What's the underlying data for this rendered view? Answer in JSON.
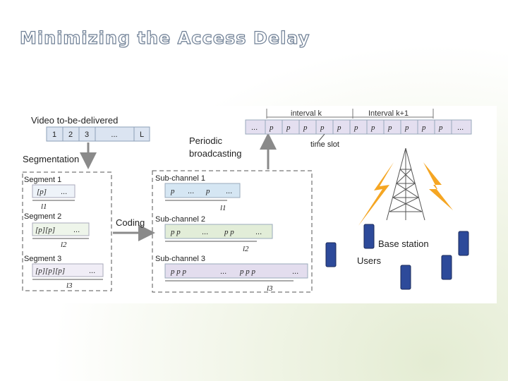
{
  "title": "Minimizing the Access Delay",
  "figure": {
    "video_label": "Video to-be-delivered",
    "video_cells": [
      "1",
      "2",
      "3",
      "...",
      "L"
    ],
    "segmentation": "Segmentation",
    "segments": [
      "Segment 1",
      "Segment 2",
      "Segment 3"
    ],
    "coding": "Coding",
    "subchannels": [
      "Sub-channel 1",
      "Sub-channel 2",
      "Sub-channel 3"
    ],
    "periodic": [
      "Periodic",
      "broadcasting"
    ],
    "interval_k": "interval k",
    "interval_k1": "Interval k+1",
    "time_slot": "time slot",
    "base_station": "Base station",
    "users": "Users",
    "ellipsis": "...",
    "l_labels": [
      "l1",
      "l2",
      "l3"
    ]
  },
  "colors": {
    "title_stroke": "#6e7f95",
    "video_cells": "#dbe4f1",
    "subchannel1": "#d5e6f3",
    "subchannel2": "#e2edd8",
    "subchannel3": "#e3ddee",
    "broadcast_bar": "#e4dff0",
    "tower": "#555555",
    "lightning": "#f5a623",
    "device": "#2d4a9a"
  },
  "icons": [
    "tower-icon",
    "lightning-icon",
    "mobile-device-icon"
  ]
}
